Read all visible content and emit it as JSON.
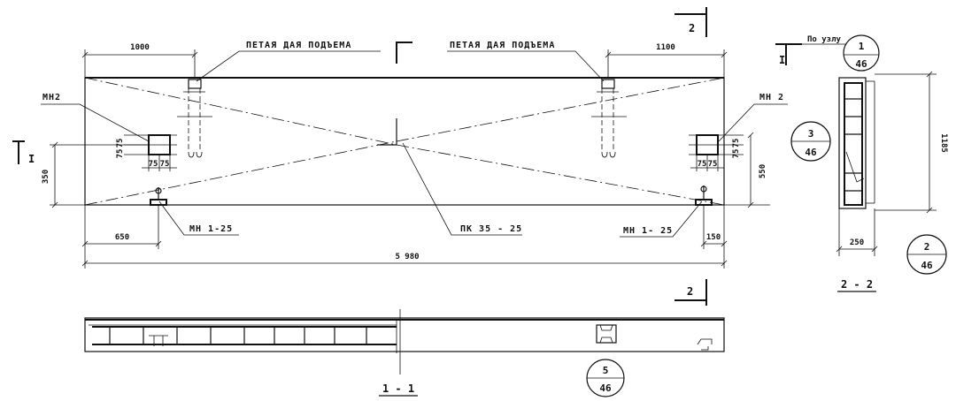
{
  "labels": {
    "lifting_loop_left": "ПЕТАЯ ДАЯ ПОДЪЕМА",
    "lifting_loop_right": "ПЕТАЯ ДАЯ ПОДЪЕМА",
    "mn2_left": "МН2",
    "mn2_right": "МН 2",
    "mn1_left": "МН 1-25",
    "mn1_right": "МН 1- 25",
    "pk": "ПК 35 - 25",
    "po_uzlu": "По узлу"
  },
  "dimensions": {
    "top_left": "1000",
    "top_right": "1100",
    "overall": "5 980",
    "left_bottom": "650",
    "right_bottom": "150",
    "left_height": "350",
    "right_height": "550",
    "mn2_left_v1": "75",
    "mn2_left_v2": "75",
    "mn2_left_h1": "75",
    "mn2_left_h2": "75",
    "mn2_right_v1": "75",
    "mn2_right_v2": "75",
    "mn2_right_h1": "75",
    "mn2_right_h2": "75",
    "section_height": "1185",
    "section_width": "250"
  },
  "section_marks": {
    "cut_1_left": "I",
    "cut_1_right": "I",
    "cut_2_top": "2",
    "cut_2_bottom": "2"
  },
  "section_titles": {
    "section_1_1": "1 - 1",
    "section_2_2": "2 - 2"
  },
  "references": {
    "node_1": {
      "num": "1",
      "sheet": "46"
    },
    "node_3": {
      "num": "3",
      "sheet": "46"
    },
    "node_2": {
      "num": "2",
      "sheet": "46"
    },
    "node_5": {
      "num": "5",
      "sheet": "46"
    }
  }
}
